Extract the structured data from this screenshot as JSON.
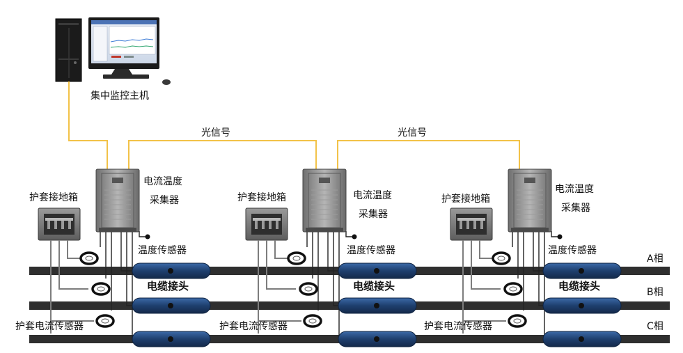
{
  "host": {
    "label": "集中监控主机"
  },
  "links": [
    {
      "label": "光信号"
    },
    {
      "label": "光信号"
    }
  ],
  "units": [
    {
      "collector_line1": "电流温度",
      "collector_line2": "采集器",
      "box_label": "护套接地箱",
      "temp_sensor_label": "温度传感器",
      "joint_label": "电缆接头",
      "sheath_sensor_label": "护套电流传感器"
    },
    {
      "collector_line1": "电流温度",
      "collector_line2": "采集器",
      "box_label": "护套接地箱",
      "temp_sensor_label": "温度传感器",
      "joint_label": "电缆接头",
      "sheath_sensor_label": "护套电流传感器"
    },
    {
      "collector_line1": "电流温度",
      "collector_line2": "采集器",
      "box_label": "护套接地箱",
      "temp_sensor_label": "温度传感器",
      "joint_label": "电缆接头",
      "sheath_sensor_label": "护套电流传感器"
    }
  ],
  "phases": [
    {
      "label": "A相"
    },
    {
      "label": "B相"
    },
    {
      "label": "C相"
    }
  ],
  "colors": {
    "fiber": "#f2c248",
    "cable": "#2b2b2b",
    "joint": "#1e3f6e",
    "device": "#8a8a8a"
  }
}
